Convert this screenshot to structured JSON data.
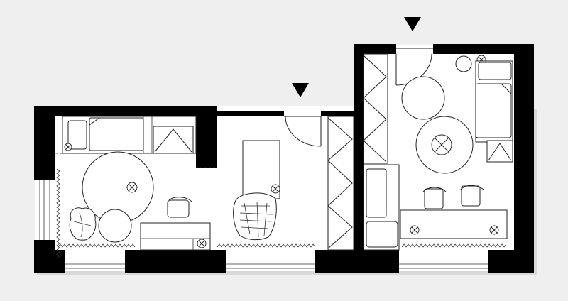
{
  "plan": {
    "background_color": "#efefef",
    "wall_color": "#000000",
    "line_color": "#222222",
    "entrances": [
      {
        "name": "entrance-arrow-hall",
        "icon": "down-triangle-icon"
      },
      {
        "name": "entrance-arrow-right-room",
        "icon": "down-triangle-icon"
      }
    ],
    "rooms": [
      "left-room",
      "middle-room",
      "right-room"
    ]
  }
}
